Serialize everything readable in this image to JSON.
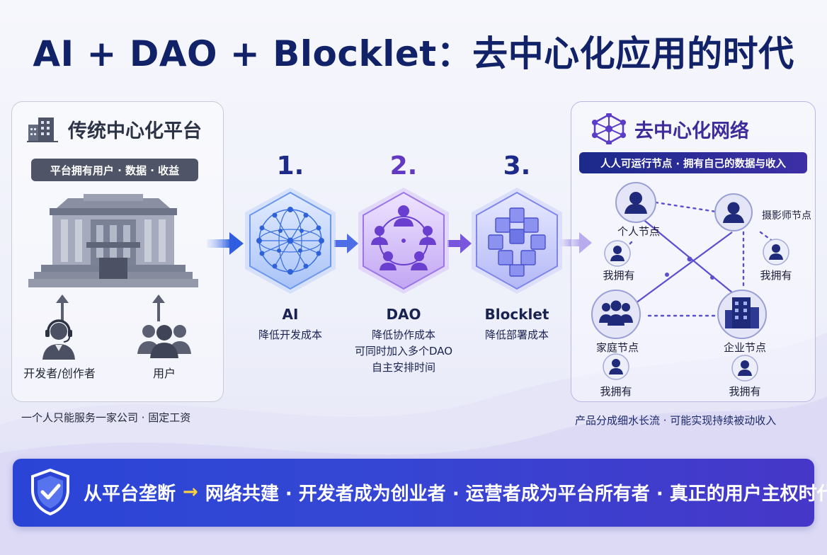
{
  "title": "AI + DAO + Blocklet：去中心化应用的时代",
  "left_panel": {
    "heading": "传统中心化平台",
    "badge": "平台拥有用户 · 数据 · 收益",
    "developer_label": "开发者/创作者",
    "user_label": "用户",
    "caption": "一个人只能服务一家公司 · 固定工资"
  },
  "steps": [
    {
      "number": "1.",
      "name": "AI",
      "desc": [
        "降低开发成本"
      ]
    },
    {
      "number": "2.",
      "name": "DAO",
      "desc": [
        "降低协作成本",
        "可同时加入多个DAO",
        "自主安排时间"
      ]
    },
    {
      "number": "3.",
      "name": "Blocklet",
      "desc": [
        "降低部署成本"
      ]
    }
  ],
  "right_panel": {
    "heading": "去中心化网络",
    "badge": "人人可运行节点 · 拥有自己的数据与收入",
    "nodes": {
      "personal": "个人节点",
      "photographer": "摄影师节点",
      "family": "家庭节点",
      "enterprise": "企业节点",
      "owner": "我拥有"
    },
    "caption": "产品分成细水长流 · 可能实现持续被动收入"
  },
  "banner": {
    "part1": "从平台垄断",
    "arrow": "→",
    "part2": "网络共建 · 开发者成为创业者 · 运营者成为平台所有者 · 真正的用户主权时代"
  },
  "colors": {
    "title": "#122268",
    "ai_accent": "#3a7ae8",
    "dao_accent": "#7a4ad8",
    "blocklet_accent": "#5a66e0",
    "network_accent": "#3e2c9a",
    "banner_arrow": "#ffd23a"
  }
}
